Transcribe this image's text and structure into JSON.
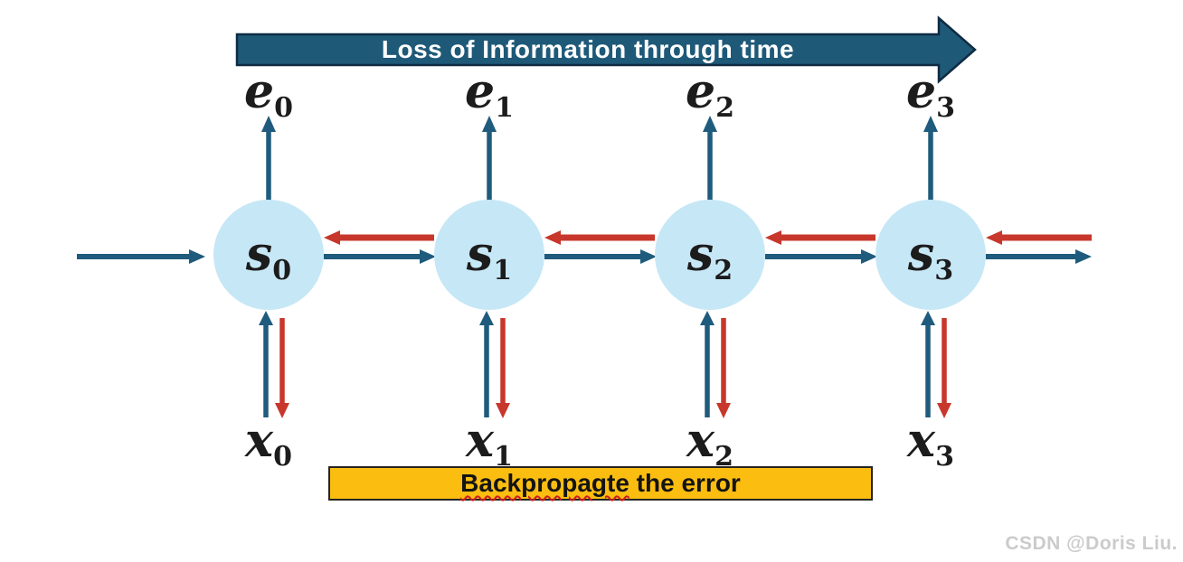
{
  "diagram": {
    "title_arrow": {
      "label": "Loss of Information through time",
      "fill": "#1E5978",
      "text_color": "#FFFFFF"
    },
    "backprop_banner": {
      "misspelled_word": "Backpropagte",
      "rest_of_label": " the error",
      "fill": "#FBBE10"
    },
    "colors": {
      "forward_blue": "#1F5B7C",
      "backward_red": "#C8372B",
      "node_fill": "#C6E7F6",
      "label_color": "#1C1C1C",
      "watermark_gray": "#CBCBCB"
    },
    "nodes": [
      {
        "base": "s",
        "sub": "0"
      },
      {
        "base": "s",
        "sub": "1"
      },
      {
        "base": "s",
        "sub": "2"
      },
      {
        "base": "s",
        "sub": "3"
      }
    ],
    "error_labels": [
      {
        "base": "e",
        "sub": "0"
      },
      {
        "base": "e",
        "sub": "1"
      },
      {
        "base": "e",
        "sub": "2"
      },
      {
        "base": "e",
        "sub": "3"
      }
    ],
    "input_labels": [
      {
        "base": "x",
        "sub": "0"
      },
      {
        "base": "x",
        "sub": "1"
      },
      {
        "base": "x",
        "sub": "2"
      },
      {
        "base": "x",
        "sub": "3"
      }
    ],
    "watermark": "CSDN @Doris Liu."
  }
}
